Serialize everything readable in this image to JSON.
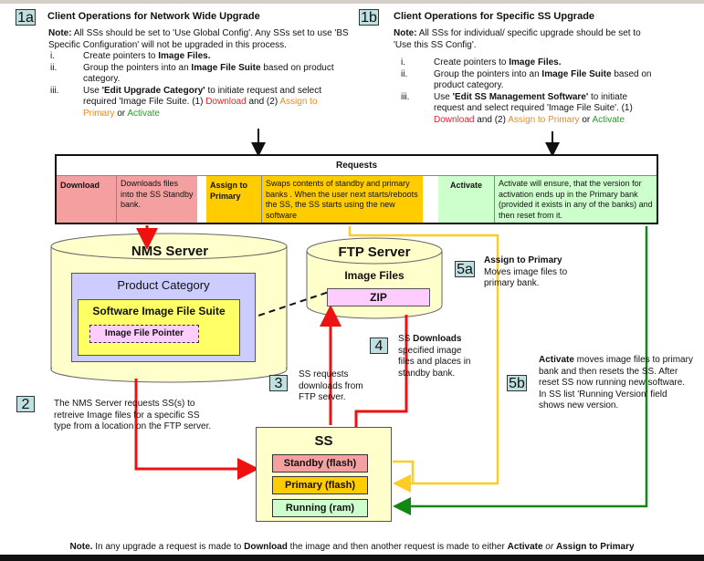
{
  "section_1a": {
    "badge": "1a",
    "title": "Client Operations for Network Wide Upgrade",
    "note_label": "Note:",
    "note_text": " All SSs should be set to 'Use Global Config'. Any SSs set to use 'BS Specific Configuration' will not be upgraded in this process.",
    "steps": [
      {
        "num": "i.",
        "pre": "Create pointers to ",
        "bold": "Image Files.",
        "post": ""
      },
      {
        "num": "ii.",
        "pre": "Group the pointers into an ",
        "bold": "Image File Suite",
        "post": "  based on product category."
      },
      {
        "num": "iii.",
        "pre": "Use ",
        "bold": "'Edit Upgrade Category'",
        "post": " to initiate request and select required 'Image File Suite. (1) "
      }
    ],
    "download": "Download",
    "and2": " and (2) ",
    "assign": "Assign to Primary",
    "or": " or ",
    "activate": "Activate"
  },
  "section_1b": {
    "badge": "1b",
    "title": "Client Operations for Specific SS Upgrade",
    "note_label": "Note:",
    "note_text": " All SSs  for individual/ specific upgrade should be set to 'Use this SS Config'.",
    "steps": [
      {
        "num": "i.",
        "pre": "Create pointers to ",
        "bold": "Image Files.",
        "post": ""
      },
      {
        "num": "ii.",
        "pre": "Group the pointers into an ",
        "bold": "Image File Suite",
        "post": " based on product category."
      },
      {
        "num": "iii.",
        "pre": "Use ",
        "bold": "'Edit SS Management Software'",
        "post": "  to initiate request and select required 'Image File Suite'. (1) "
      }
    ],
    "download": "Download",
    "and2": " and (2)  ",
    "assign": "Assign to Primary",
    "or": " or ",
    "activate": "Activate"
  },
  "requests": {
    "title": "Requests",
    "download_label": "Download",
    "download_desc": "Downloads files into the SS Standby bank.",
    "assign_label": "Assign to Primary",
    "assign_desc": "Swaps contents of standby and primary banks . When the user next starts/reboots the SS, the SS starts  using the new software",
    "activate_label": "Activate",
    "activate_desc": "Activate will ensure, that the version for activation ends up in the Primary bank (provided it exists in any of the banks) and then reset from it."
  },
  "nms_server": {
    "title": "NMS Server",
    "product_category": "Product Category",
    "suite": "Software Image File Suite",
    "pointer": "Image File Pointer"
  },
  "ftp_server": {
    "title": "FTP Server",
    "image_files": "Image Files",
    "zip": "ZIP"
  },
  "step2": {
    "badge": "2",
    "text": "The NMS Server requests SS(s) to retreive Image files for a specific SS type from a location on the FTP server."
  },
  "step3": {
    "badge": "3",
    "text": "SS requests downloads from FTP server."
  },
  "step4": {
    "badge": "4",
    "pre": "SS ",
    "bold": "Downloads",
    "post": " specified image files and places in standby bank."
  },
  "step5a": {
    "badge": "5a",
    "bold": "Assign to Primary",
    "text": "Moves image files to primary bank."
  },
  "step5b": {
    "badge": "5b",
    "bold": "Activate",
    "text": " moves image files to primary bank and then resets the SS. After reset SS now running new software. In SS list 'Running Version' field shows new version."
  },
  "ss": {
    "title": "SS",
    "standby": "Standby (flash)",
    "primary": "Primary (flash)",
    "running": "Running (ram)"
  },
  "footer": {
    "note_label": "Note.",
    "t1": " In any upgrade a request is made to ",
    "b1": "Download",
    "t2": "  the image and then another request is made to either ",
    "b2": "Activate",
    "t3": " or ",
    "b3": "Assign to Primary"
  },
  "colors": {
    "download": "#f4a0a0",
    "assign": "#ffcc00",
    "activate": "#ccffcc",
    "badge": "#bfe0e0",
    "cylinder": "#ffffcc",
    "product_category": "#ccccff",
    "suite": "#ffff66",
    "pointer": "#ffccff",
    "arrow_red": "#ee1111",
    "arrow_yellow": "#ffcc22",
    "arrow_green": "#118811"
  }
}
